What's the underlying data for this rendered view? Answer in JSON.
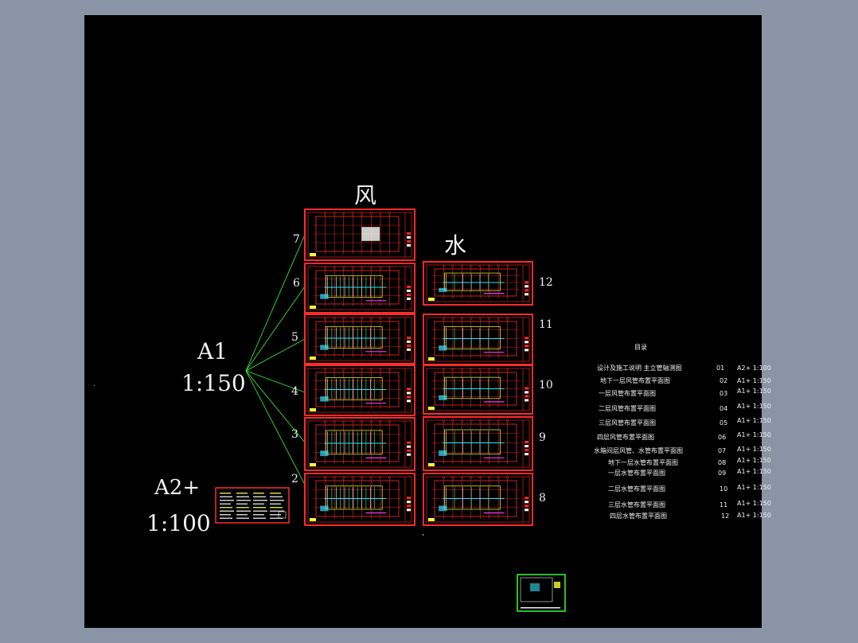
{
  "labels": {
    "wind": "风",
    "water": "水",
    "a1": "A1",
    "a1_scale": "1:150",
    "a2": "A2+",
    "a2_scale": "1:100"
  },
  "sheet_numbers": {
    "left": [
      "7",
      "6",
      "5",
      "4",
      "3",
      "2"
    ],
    "right": [
      "12",
      "11",
      "10",
      "9",
      "8"
    ]
  },
  "index": {
    "title": "目录",
    "rows": [
      {
        "name": "设计及施工说明  主立管轴测图",
        "no": "01",
        "scale": "A2+ 1:100"
      },
      {
        "name": "地下一层风管布置平面图",
        "no": "02",
        "scale": "A1+ 1:150"
      },
      {
        "name": "一层风管布置平面图",
        "no": "03",
        "scale": "A1+ 1:150"
      },
      {
        "name": "二层风管布置平面图",
        "no": "04",
        "scale": "A1+ 1:150"
      },
      {
        "name": "三层风管布置平面图",
        "no": "05",
        "scale": "A1+ 1:150"
      },
      {
        "name": "四层风管布置平面图",
        "no": "06",
        "scale": "A1+ 1:150"
      },
      {
        "name": "水箱间层风管、水管布置平面图",
        "no": "07",
        "scale": "A1+ 1:150"
      },
      {
        "name": "地下一层水管布置平面图",
        "no": "08",
        "scale": "A1+ 1:150"
      },
      {
        "name": "一层水管布置平面图",
        "no": "09",
        "scale": "A1+ 1:150"
      },
      {
        "name": "二层水管布置平面图",
        "no": "10",
        "scale": "A1+ 1:150"
      },
      {
        "name": "三层水管布置平面图",
        "no": "11",
        "scale": "A1+ 1:150"
      },
      {
        "name": "四层水管布置平面图",
        "no": "12",
        "scale": "A1+ 1:150"
      }
    ]
  },
  "colors": {
    "background": "#8994a6",
    "canvas": "#000000",
    "frame_red": "#ff2a2a",
    "leader_green": "#33ff33",
    "text": "#f0f0f0",
    "plan_cyan": "#33e0ff",
    "plan_yellow": "#ffff33",
    "plan_magenta": "#ff33ff"
  }
}
